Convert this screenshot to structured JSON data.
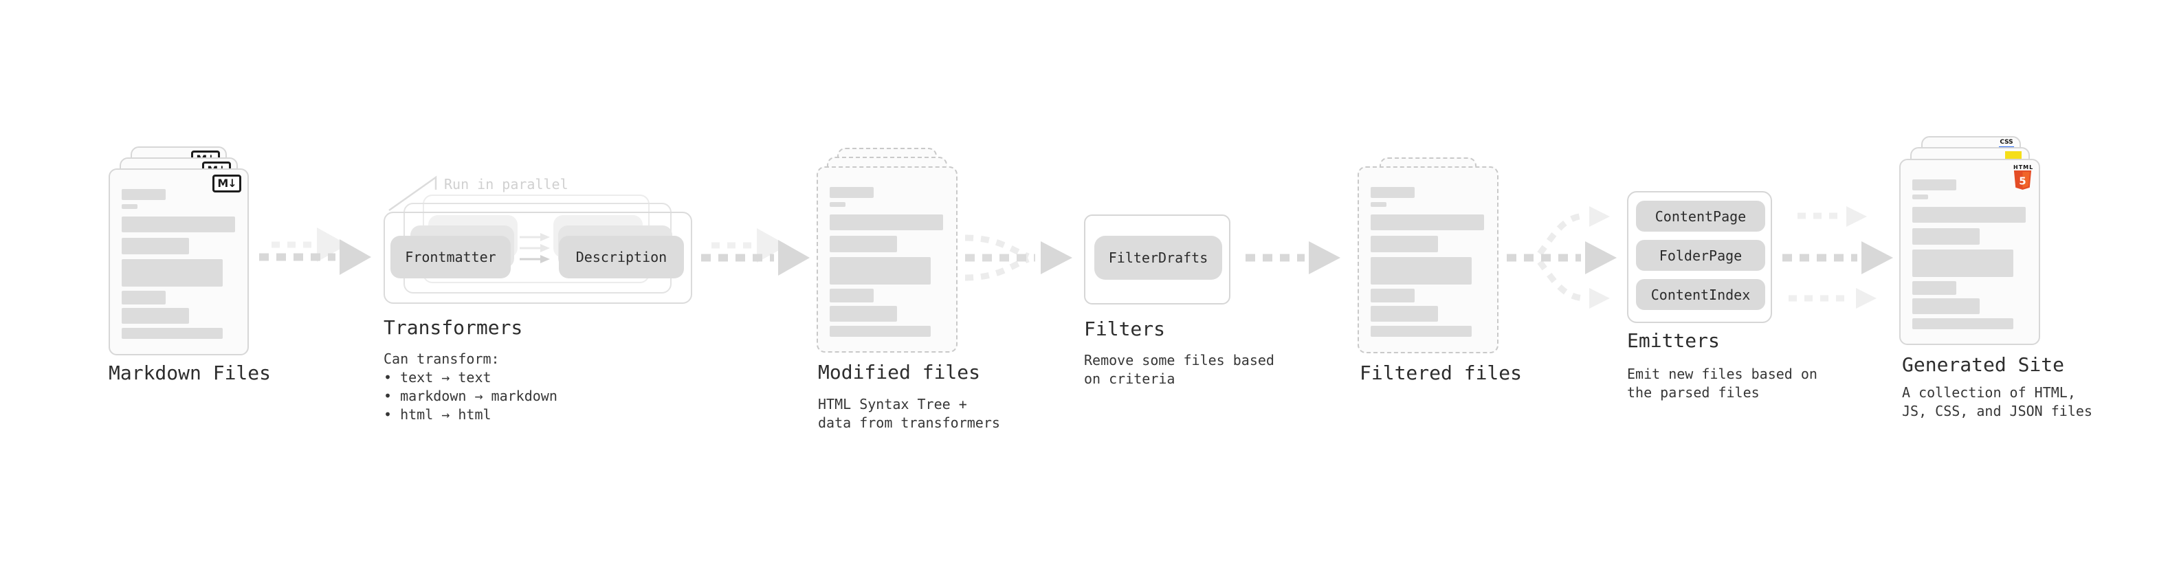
{
  "stages": {
    "markdown": {
      "title": "Markdown Files",
      "badge_label": "M↓"
    },
    "transformers": {
      "title": "Transformers",
      "callout": "Run in parallel",
      "left_pill": "Frontmatter",
      "right_pill": "Description",
      "subtitle": "Can transform:",
      "bullets": [
        "• text → text",
        "• markdown → markdown",
        "• html → html"
      ]
    },
    "modified": {
      "title": "Modified files",
      "subtitle_line1": "HTML Syntax Tree +",
      "subtitle_line2": "data from transformers"
    },
    "filters": {
      "title": "Filters",
      "pill": "FilterDrafts",
      "subtitle_line1": "Remove some files based",
      "subtitle_line2": "on criteria"
    },
    "filtered": {
      "title": "Filtered files"
    },
    "emitters": {
      "title": "Emitters",
      "pills": [
        "ContentPage",
        "FolderPage",
        "ContentIndex"
      ],
      "subtitle_line1": "Emit new files based on",
      "subtitle_line2": "the parsed files"
    },
    "generated": {
      "title": "Generated Site",
      "subtitle_line1": "A collection of HTML,",
      "subtitle_line2": "JS, CSS, and JSON files",
      "css_badge": "CSS",
      "html_badge": "HTML",
      "html_badge_number": "5"
    }
  },
  "colors": {
    "html5_orange": "#e44d26",
    "js_yellow": "#f5de19",
    "css_blue": "#2767f1",
    "arrow_dark": "#d8d8d8",
    "arrow_light": "#efefef"
  }
}
